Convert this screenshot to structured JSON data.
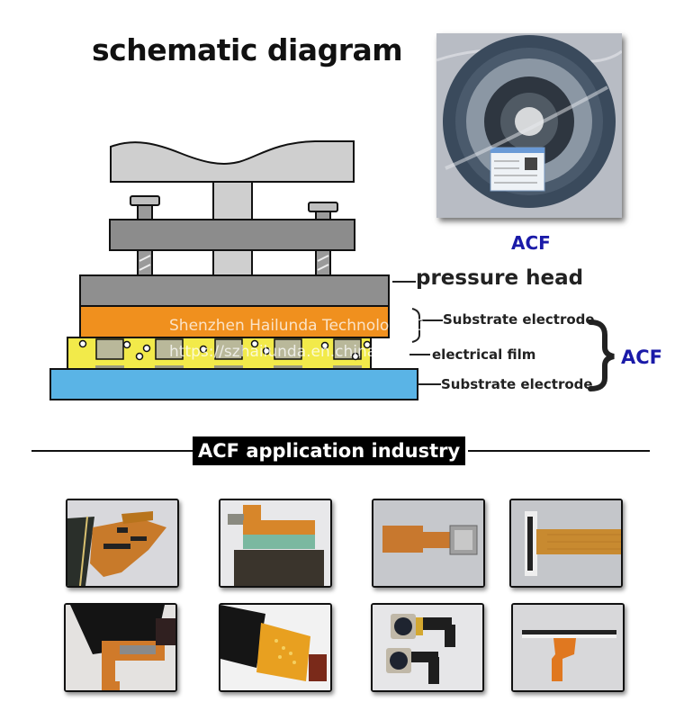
{
  "header": {
    "title": "schematic diagram"
  },
  "schematic": {
    "labels": {
      "pressure_head": "pressure head",
      "substrate_electrode_top": "Substrate electrode",
      "electrical_film": "electrical film",
      "substrate_electrode_bottom": "Substrate electrode",
      "group_label": "ACF"
    },
    "colors": {
      "press_frame": "#c8c8c8",
      "press_plate": "#8a8a8a",
      "pressure_head": "#8c8c8c",
      "top_substrate": "#f0901e",
      "film": "#f2ea4a",
      "bottom_substrate": "#5ab4e6",
      "acf_label": "#1a1aa8"
    }
  },
  "watermark": {
    "line1": "Shenzhen Hailunda Technology Co.,LTD",
    "line2": "https://szhailunda.en.china.cn/"
  },
  "product_photo": {
    "caption": "ACF",
    "subject": "ACF tape reel in plastic bag"
  },
  "applications": {
    "section_title": "ACF application industry",
    "items": [
      {
        "subject": "LCD module with flex circuit"
      },
      {
        "subject": "display panel with FPC connector"
      },
      {
        "subject": "micro display with flex cable"
      },
      {
        "subject": "connector with flex ribbon"
      },
      {
        "subject": "LCD screen with FPC tail"
      },
      {
        "subject": "display with yellow FPC board"
      },
      {
        "subject": "camera modules with flex cables"
      },
      {
        "subject": "touch panel edge with flex tail"
      }
    ]
  }
}
